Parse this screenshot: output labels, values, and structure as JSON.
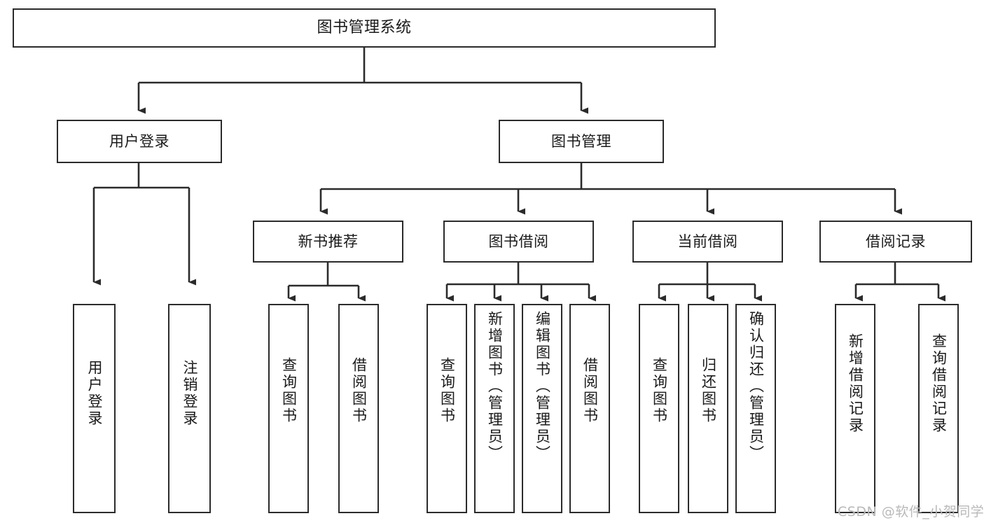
{
  "diagram": {
    "title": "图书管理系统",
    "type": "tree-hierarchy-chart",
    "watermark": "CSDN @软件_小贺同学",
    "colors": {
      "stroke": "#2b2b2b",
      "fill": "#ffffff",
      "text": "#1a1a1a",
      "watermark": "#b9b9b9"
    },
    "nodes": {
      "root": {
        "label": "图书管理系统",
        "level": 1
      },
      "l2": [
        {
          "id": "user-login",
          "label": "用户登录",
          "level": 2
        },
        {
          "id": "book-manage",
          "label": "图书管理",
          "level": 2
        }
      ],
      "l3": [
        {
          "id": "new-book-rec",
          "label": "新书推荐",
          "level": 3
        },
        {
          "id": "book-borrow",
          "label": "图书借阅",
          "level": 3
        },
        {
          "id": "current-borrow",
          "label": "当前借阅",
          "level": 3
        },
        {
          "id": "borrow-record",
          "label": "借阅记录",
          "level": 3
        }
      ],
      "leaves": [
        {
          "id": "leaf-user-login",
          "label": "用户登录",
          "parent": "user-login"
        },
        {
          "id": "leaf-logout",
          "label": "注销登录",
          "parent": "user-login"
        },
        {
          "id": "leaf-query-book-1",
          "label": "查询图书",
          "parent": "new-book-rec"
        },
        {
          "id": "leaf-borrow-book-1",
          "label": "借阅图书",
          "parent": "new-book-rec"
        },
        {
          "id": "leaf-query-book-2",
          "label": "查询图书",
          "parent": "book-borrow"
        },
        {
          "id": "leaf-add-book",
          "label": "新增图书（管理员）",
          "parent": "book-borrow"
        },
        {
          "id": "leaf-edit-book",
          "label": "编辑图书（管理员）",
          "parent": "book-borrow"
        },
        {
          "id": "leaf-borrow-book-2",
          "label": "借阅图书",
          "parent": "book-borrow"
        },
        {
          "id": "leaf-query-book-3",
          "label": "查询图书",
          "parent": "current-borrow"
        },
        {
          "id": "leaf-return-book",
          "label": "归还图书",
          "parent": "current-borrow"
        },
        {
          "id": "leaf-confirm-return",
          "label": "确认归还（管理员）",
          "parent": "current-borrow"
        },
        {
          "id": "leaf-add-record",
          "label": "新增借阅记录",
          "parent": "borrow-record"
        },
        {
          "id": "leaf-query-record",
          "label": "查询借阅记录",
          "parent": "borrow-record"
        }
      ]
    }
  }
}
